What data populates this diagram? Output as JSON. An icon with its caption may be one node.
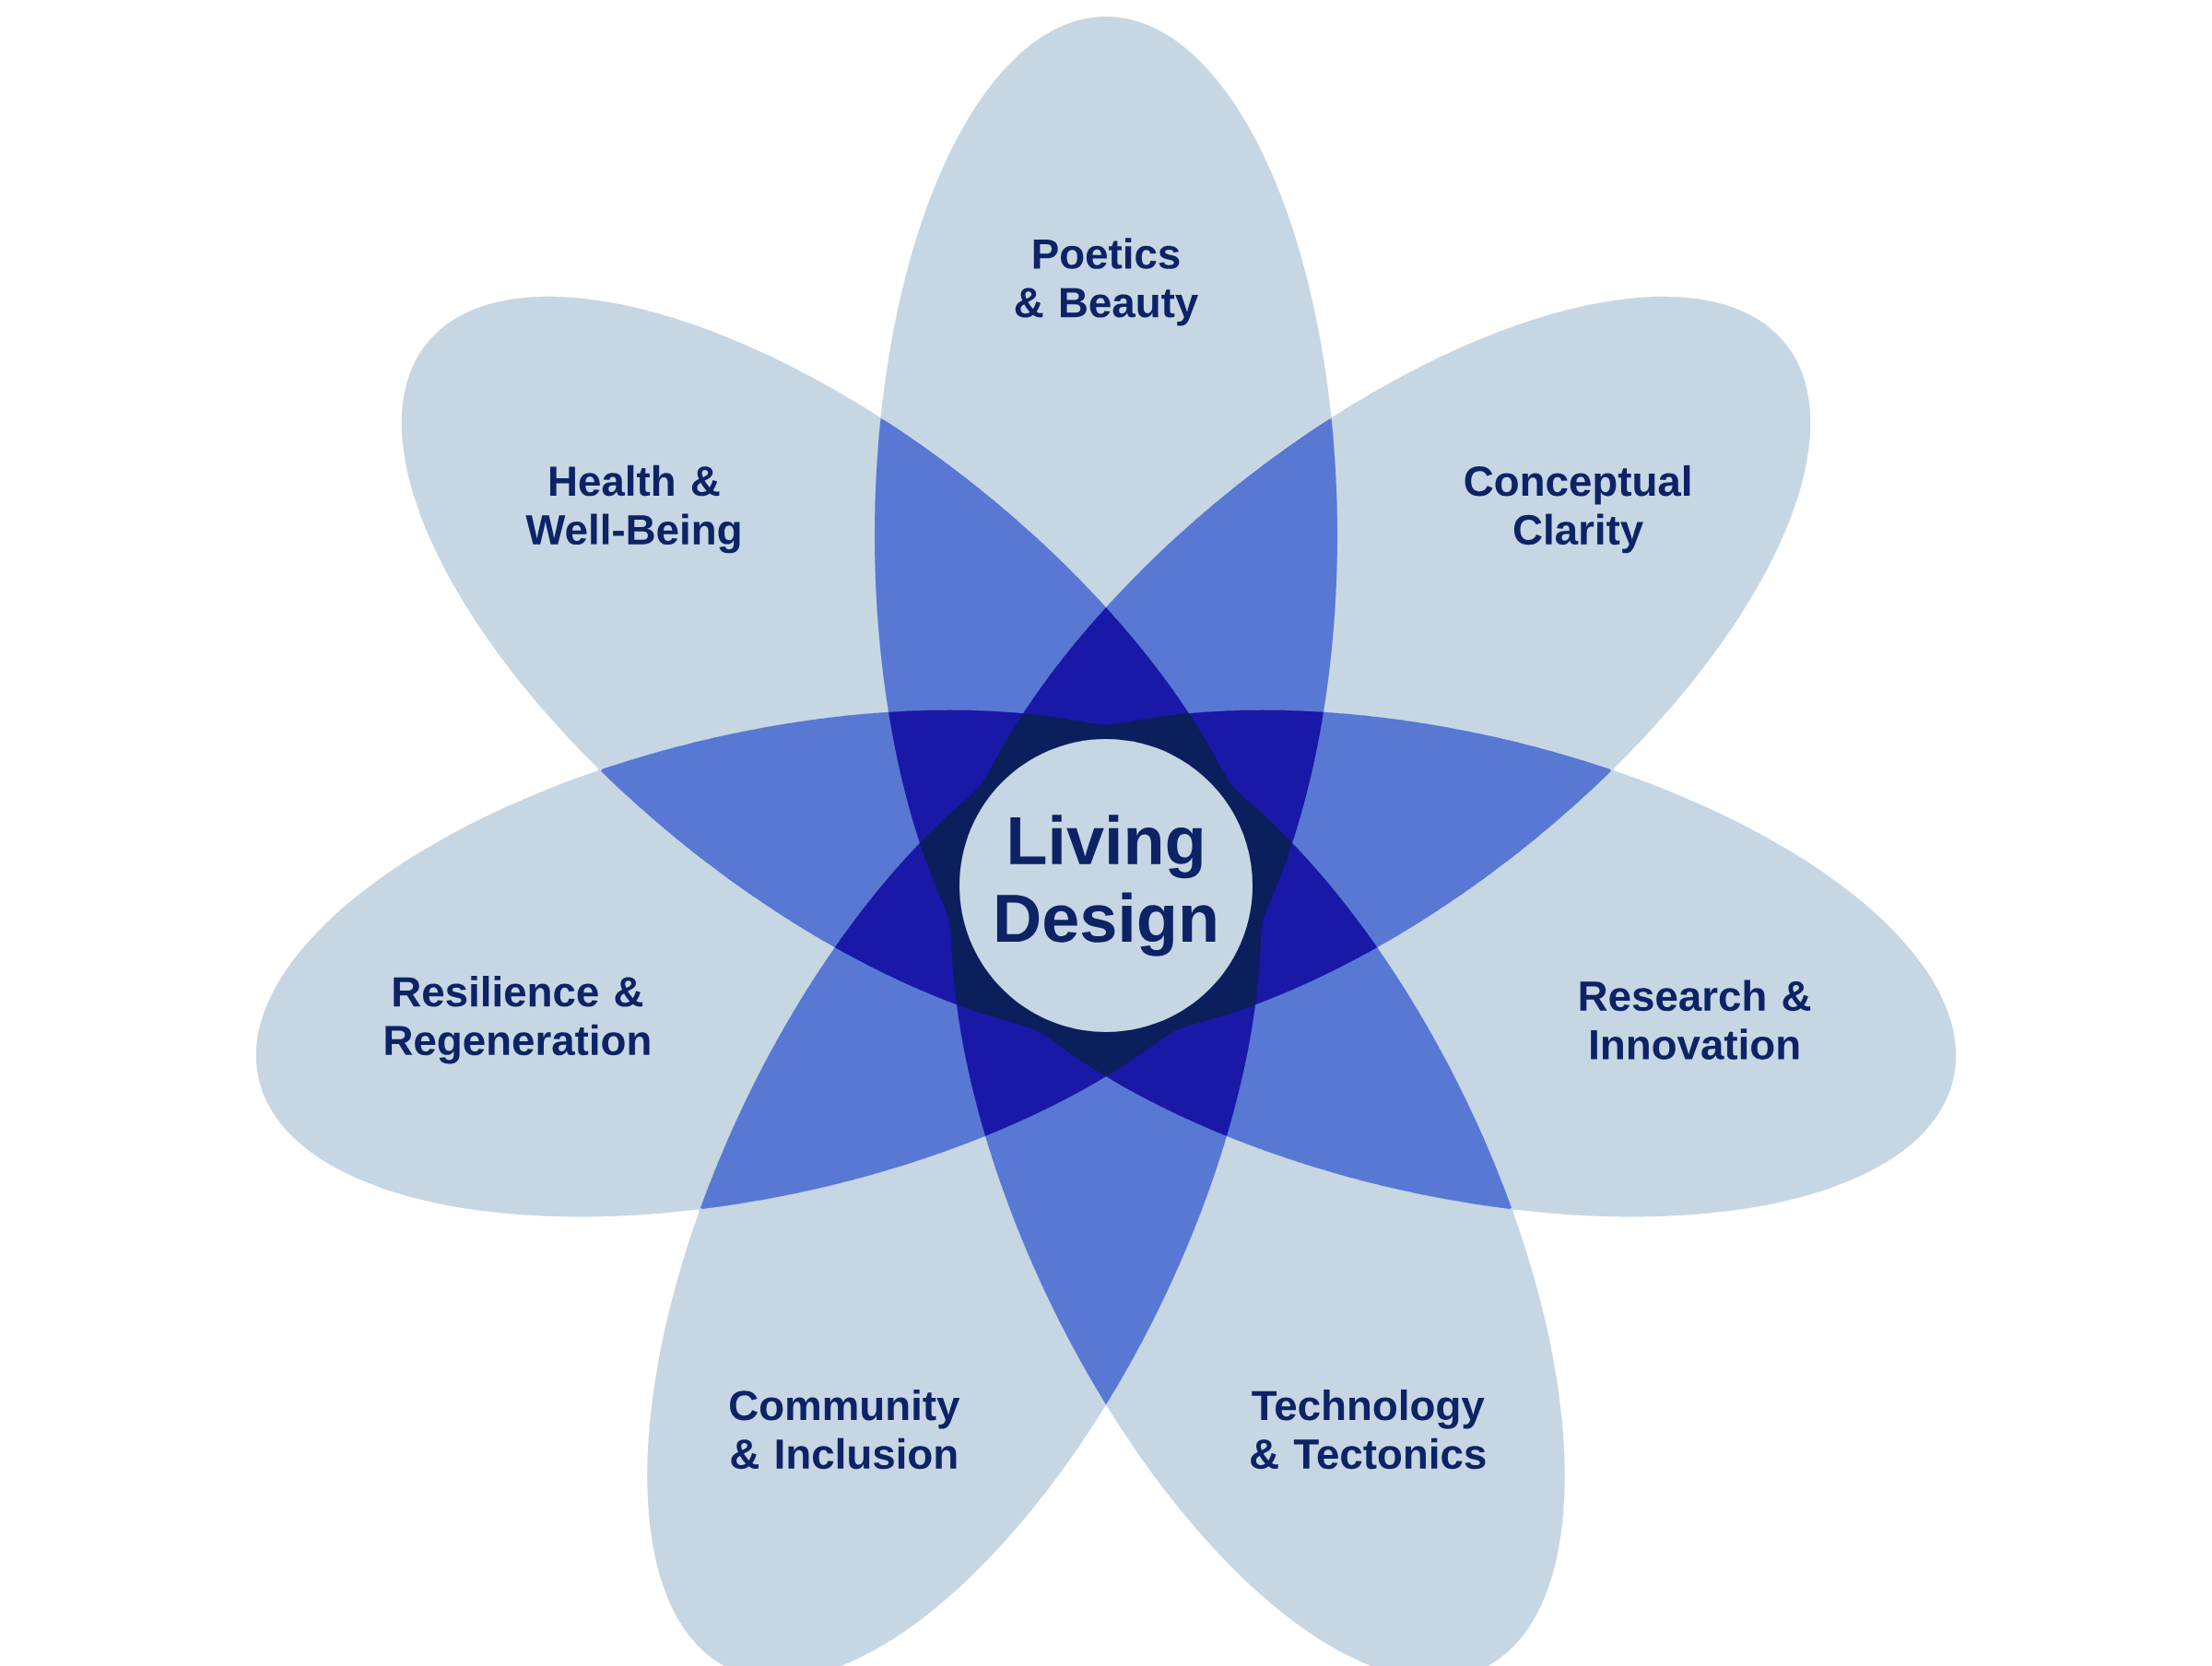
{
  "diagram": {
    "nodes": [
      {
        "text": [
          "Living Design"
        ]
      },
      {
        "text": [
          "Poetics & Beauty"
        ]
      },
      {
        "text": [
          "Conceptual Clarity"
        ]
      },
      {
        "text": [
          "Research & Innovation"
        ]
      },
      {
        "text": [
          "Technology & Tectonics"
        ]
      },
      {
        "text": [
          "Community & Inclusion"
        ]
      },
      {
        "text": [
          "Resilience & Regeneration"
        ]
      },
      {
        "text": [
          "Health & Well-Being"
        ]
      }
    ]
  }
}
